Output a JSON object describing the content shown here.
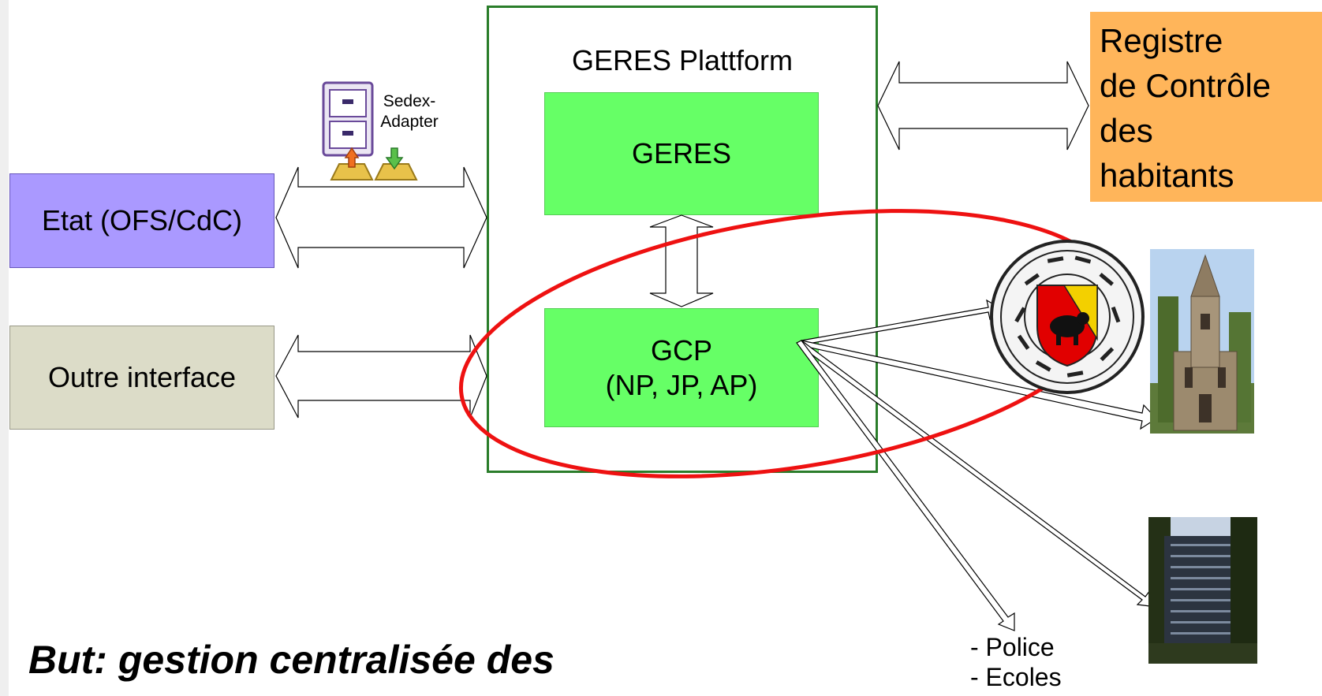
{
  "platform": {
    "title": "GERES Plattform"
  },
  "geres": {
    "label": "GERES"
  },
  "gcp": {
    "line1": "GCP",
    "line2": "(NP, JP, AP)"
  },
  "etat": {
    "label": "Etat (OFS/CdC)"
  },
  "outre": {
    "label": "Outre interface"
  },
  "registre": {
    "line1": "Registre",
    "line2": "de Contrôle",
    "line3": "des",
    "line4": "habitants"
  },
  "sedex": {
    "line1": "Sedex-",
    "line2": "Adapter"
  },
  "destinations": {
    "line1": "- Police",
    "line2": "- Ecoles"
  },
  "goal": {
    "text": "But:  gestion centralisée des"
  },
  "colors": {
    "green_box": "#66ff66",
    "etat_box": "#aa99ff",
    "outre_box": "#dcdcc8",
    "registre_box": "#ffb55a",
    "highlight_ellipse": "#ee1111",
    "platform_border": "#2a7d2a"
  }
}
